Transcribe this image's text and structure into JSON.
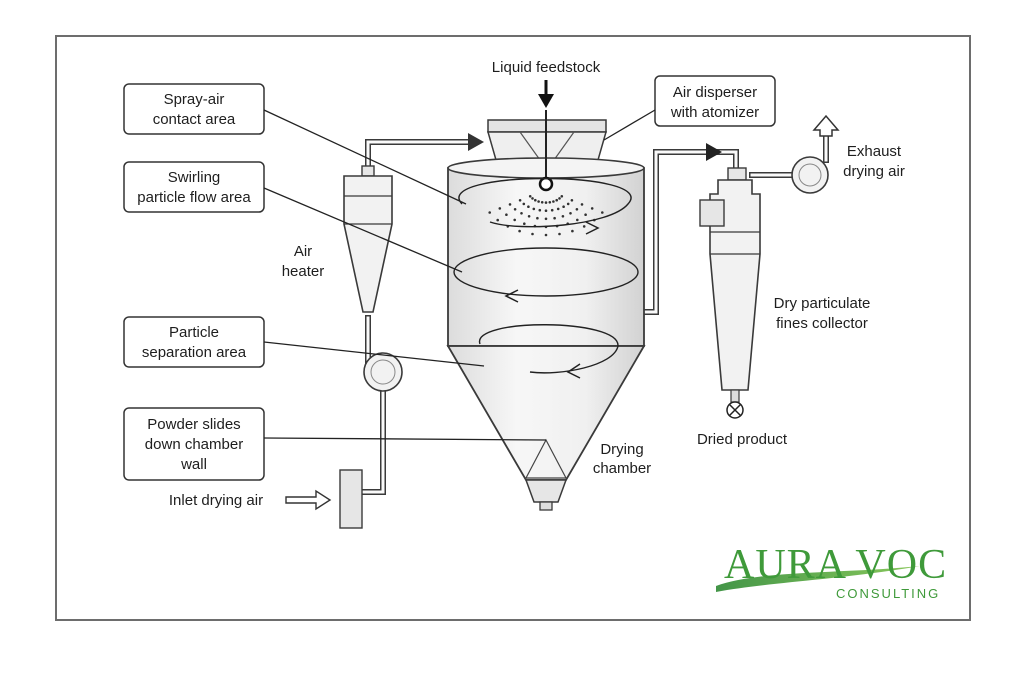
{
  "labels": {
    "liquid_feedstock": "Liquid feedstock",
    "air_disperser_1": "Air disperser",
    "air_disperser_2": "with atomizer",
    "spray_air_1": "Spray-air",
    "spray_air_2": "contact area",
    "swirling_1": "Swirling",
    "swirling_2": "particle flow area",
    "air_heater_1": "Air",
    "air_heater_2": "heater",
    "particle_sep_1": "Particle",
    "particle_sep_2": "separation area",
    "powder_1": "Powder slides",
    "powder_2": "down chamber",
    "powder_3": "wall",
    "inlet_air": "Inlet drying air",
    "drying_chamber_1": "Drying",
    "drying_chamber_2": "chamber",
    "exhaust_1": "Exhaust",
    "exhaust_2": "drying air",
    "fines_1": "Dry particulate",
    "fines_2": "fines collector",
    "dried_product": "Dried product"
  },
  "logo": {
    "main": "AURA VOC",
    "sub": "CONSULTING",
    "color": "#3f9a3a"
  },
  "colors": {
    "stroke": "#3a3a3a",
    "equipment_fill": "#f2f2f2"
  }
}
